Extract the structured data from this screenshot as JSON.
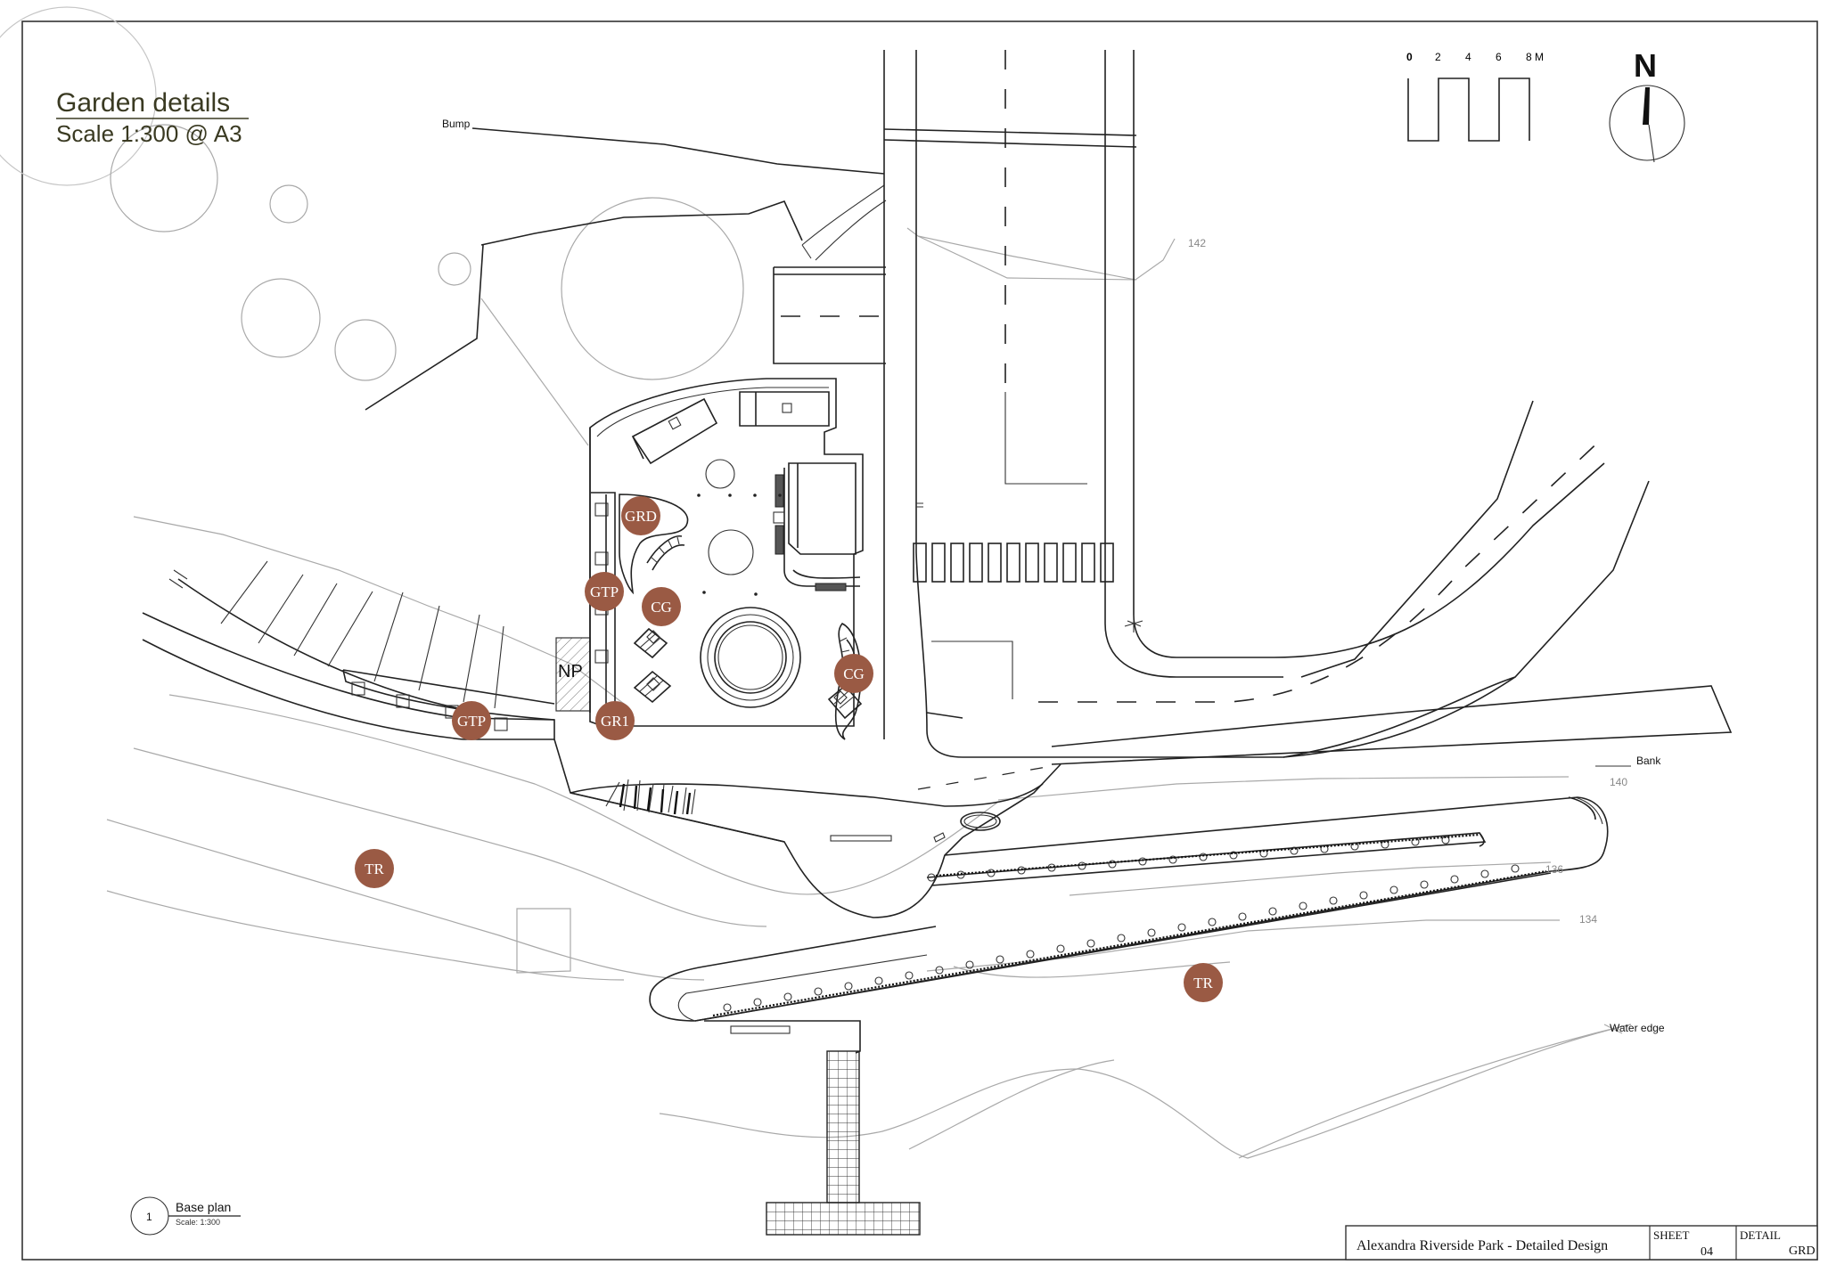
{
  "title": {
    "heading": "Garden details",
    "scale": "Scale 1:300 @ A3"
  },
  "scale_bar": {
    "ticks": [
      "0",
      "2",
      "4",
      "6",
      "8 M"
    ]
  },
  "north_arrow": {
    "label": "N"
  },
  "labels": {
    "bump": "Bump",
    "bank": "Bank",
    "water_edge": "Water edge",
    "np": "NP"
  },
  "contours": [
    "142",
    "140",
    "136",
    "134"
  ],
  "tags": {
    "grd": "GRD",
    "gtp_upper": "GTP",
    "cg_left": "CG",
    "cg_right": "CG",
    "gtp_lower": "GTP",
    "gr1": "GR1",
    "tr_left": "TR",
    "tr_right": "TR"
  },
  "view_callout": {
    "number": "1",
    "title": "Base plan",
    "scale": "Scale: 1:300"
  },
  "title_block": {
    "project": "Alexandra Riverside Park - Detailed Design",
    "sheet_label": "SHEET",
    "sheet_number": "04",
    "detail_label": "DETAIL",
    "detail_code": "GRD"
  },
  "colors": {
    "tag_fill": "#9a5a44",
    "line": "#222222",
    "faint_line": "#a9a9a9",
    "title_text": "#3a3a22"
  }
}
